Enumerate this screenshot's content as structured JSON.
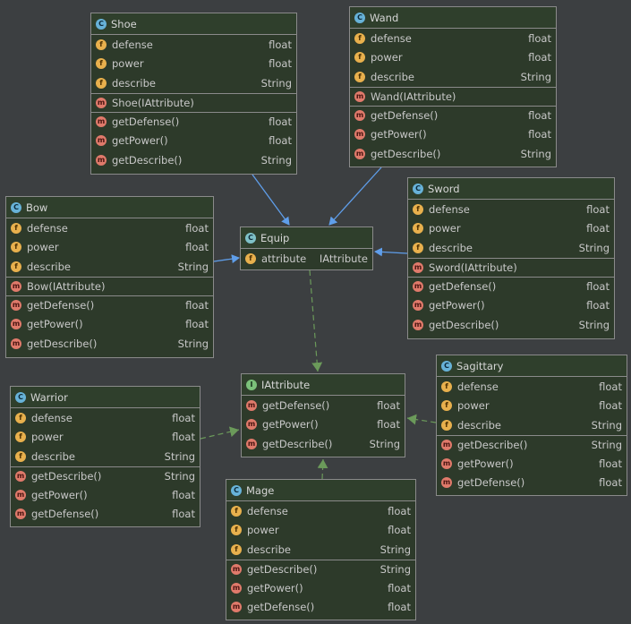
{
  "colors": {
    "background": "#3c3f41",
    "box_fill": "#2d3a2a",
    "border": "#8a8a8a",
    "association_arrow": "#5f9eea",
    "realization_arrow": "#6b9a5a"
  },
  "icons": {
    "class": "C",
    "abstract": "C",
    "interface": "I",
    "field": "f",
    "method": "m",
    "abstract_method": "m"
  },
  "classes": [
    {
      "id": "shoe",
      "name": "Shoe",
      "kind": "class",
      "fields": [
        {
          "name": "defense",
          "type": "float"
        },
        {
          "name": "power",
          "type": "float"
        },
        {
          "name": "describe",
          "type": "String"
        }
      ],
      "constructors": [
        {
          "name": "Shoe(IAttribute)",
          "type": ""
        }
      ],
      "methods": [
        {
          "name": "getDefense()",
          "type": "float"
        },
        {
          "name": "getPower()",
          "type": "float"
        },
        {
          "name": "getDescribe()",
          "type": "String"
        }
      ]
    },
    {
      "id": "wand",
      "name": "Wand",
      "kind": "class",
      "fields": [
        {
          "name": "defense",
          "type": "float"
        },
        {
          "name": "power",
          "type": "float"
        },
        {
          "name": "describe",
          "type": "String"
        }
      ],
      "constructors": [
        {
          "name": "Wand(IAttribute)",
          "type": ""
        }
      ],
      "methods": [
        {
          "name": "getDefense()",
          "type": "float"
        },
        {
          "name": "getPower()",
          "type": "float"
        },
        {
          "name": "getDescribe()",
          "type": "String"
        }
      ]
    },
    {
      "id": "bow",
      "name": "Bow",
      "kind": "class",
      "fields": [
        {
          "name": "defense",
          "type": "float"
        },
        {
          "name": "power",
          "type": "float"
        },
        {
          "name": "describe",
          "type": "String"
        }
      ],
      "constructors": [
        {
          "name": "Bow(IAttribute)",
          "type": ""
        }
      ],
      "methods": [
        {
          "name": "getDefense()",
          "type": "float"
        },
        {
          "name": "getPower()",
          "type": "float"
        },
        {
          "name": "getDescribe()",
          "type": "String"
        }
      ]
    },
    {
      "id": "equip",
      "name": "Equip",
      "kind": "abstract",
      "fields": [
        {
          "name": "attribute",
          "type": "IAttribute"
        }
      ],
      "constructors": [],
      "methods": []
    },
    {
      "id": "sword",
      "name": "Sword",
      "kind": "class",
      "fields": [
        {
          "name": "defense",
          "type": "float"
        },
        {
          "name": "power",
          "type": "float"
        },
        {
          "name": "describe",
          "type": "String"
        }
      ],
      "constructors": [
        {
          "name": "Sword(IAttribute)",
          "type": ""
        }
      ],
      "methods": [
        {
          "name": "getDefense()",
          "type": "float"
        },
        {
          "name": "getPower()",
          "type": "float"
        },
        {
          "name": "getDescribe()",
          "type": "String"
        }
      ]
    },
    {
      "id": "iattribute",
      "name": "IAttribute",
      "kind": "interface",
      "fields": [],
      "constructors": [],
      "methods": [
        {
          "name": "getDefense()",
          "type": "float",
          "abstract": true
        },
        {
          "name": "getPower()",
          "type": "float",
          "abstract": true
        },
        {
          "name": "getDescribe()",
          "type": "String",
          "abstract": true
        }
      ]
    },
    {
      "id": "warrior",
      "name": "Warrior",
      "kind": "class",
      "fields": [
        {
          "name": "defense",
          "type": "float"
        },
        {
          "name": "power",
          "type": "float"
        },
        {
          "name": "describe",
          "type": "String"
        }
      ],
      "constructors": [],
      "methods": [
        {
          "name": "getDescribe()",
          "type": "String"
        },
        {
          "name": "getPower()",
          "type": "float"
        },
        {
          "name": "getDefense()",
          "type": "float"
        }
      ]
    },
    {
      "id": "sagittary",
      "name": "Sagittary",
      "kind": "class",
      "fields": [
        {
          "name": "defense",
          "type": "float"
        },
        {
          "name": "power",
          "type": "float"
        },
        {
          "name": "describe",
          "type": "String"
        }
      ],
      "constructors": [],
      "methods": [
        {
          "name": "getDescribe()",
          "type": "String"
        },
        {
          "name": "getPower()",
          "type": "float"
        },
        {
          "name": "getDefense()",
          "type": "float"
        }
      ]
    },
    {
      "id": "mage",
      "name": "Mage",
      "kind": "class",
      "fields": [
        {
          "name": "defense",
          "type": "float"
        },
        {
          "name": "power",
          "type": "float"
        },
        {
          "name": "describe",
          "type": "String"
        }
      ],
      "constructors": [],
      "methods": [
        {
          "name": "getDescribe()",
          "type": "String"
        },
        {
          "name": "getPower()",
          "type": "float"
        },
        {
          "name": "getDefense()",
          "type": "float"
        }
      ]
    }
  ],
  "edges": [
    {
      "from": "shoe",
      "to": "equip",
      "kind": "association"
    },
    {
      "from": "wand",
      "to": "equip",
      "kind": "association"
    },
    {
      "from": "bow",
      "to": "equip",
      "kind": "association"
    },
    {
      "from": "sword",
      "to": "equip",
      "kind": "association"
    },
    {
      "from": "equip",
      "to": "iattribute",
      "kind": "realization"
    },
    {
      "from": "warrior",
      "to": "iattribute",
      "kind": "realization"
    },
    {
      "from": "sagittary",
      "to": "iattribute",
      "kind": "realization"
    },
    {
      "from": "mage",
      "to": "iattribute",
      "kind": "realization"
    }
  ]
}
